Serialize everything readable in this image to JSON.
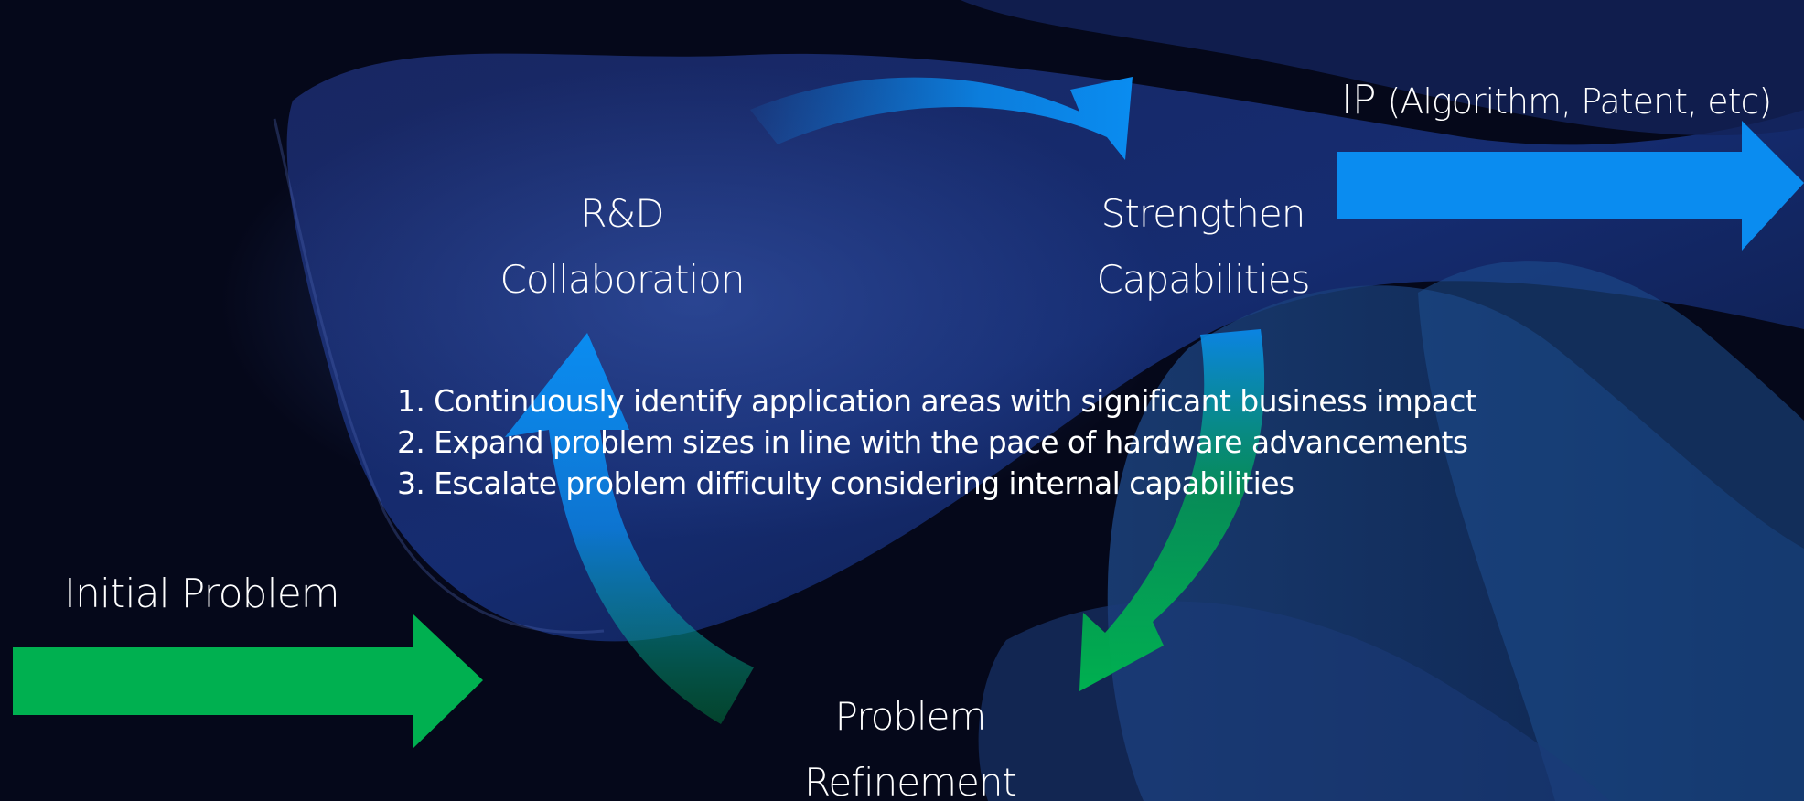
{
  "colors": {
    "background": "#05081a",
    "blue_arrow": "#0a8cf0",
    "green_arrow": "#00b050",
    "text": "#ffffff"
  },
  "nodes": {
    "rd_collaboration": [
      "R&D",
      "Collaboration"
    ],
    "strengthen_capabilities": [
      "Strengthen",
      "Capabilities"
    ],
    "problem_refinement": [
      "Problem",
      "Refinement"
    ]
  },
  "input": {
    "label": "Initial Problem"
  },
  "output": {
    "label": "IP",
    "detail": "(Algorithm, Patent, etc)"
  },
  "steps": [
    "1. Continuously identify application areas with significant business impact",
    "2. Expand problem sizes in line with the pace of hardware advancements",
    "3. Escalate problem difficulty considering internal capabilities"
  ]
}
